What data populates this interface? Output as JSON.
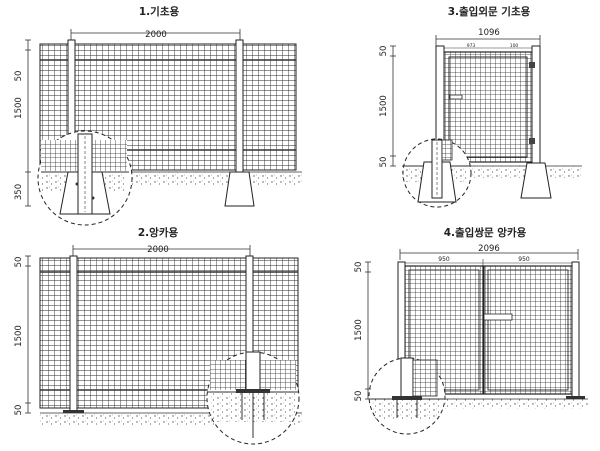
{
  "panels": [
    {
      "title": "1.기초용",
      "top_dim": "2000",
      "side_dims": [
        "50",
        "1500",
        "350"
      ]
    },
    {
      "title": "3.출입외문 기초용",
      "top_dim": "1096",
      "sub_dims": [
        "973",
        "100"
      ],
      "side_dims": [
        "50",
        "1500",
        "50"
      ]
    },
    {
      "title": "2.앙카용",
      "top_dim": "2000",
      "side_dims": [
        "50",
        "1500",
        "50"
      ]
    },
    {
      "title": "4.출입쌍문 앙카용",
      "top_dim": "2096",
      "sub_dims": [
        "950",
        "950"
      ],
      "side_dims": [
        "50",
        "1500",
        "50"
      ]
    }
  ]
}
